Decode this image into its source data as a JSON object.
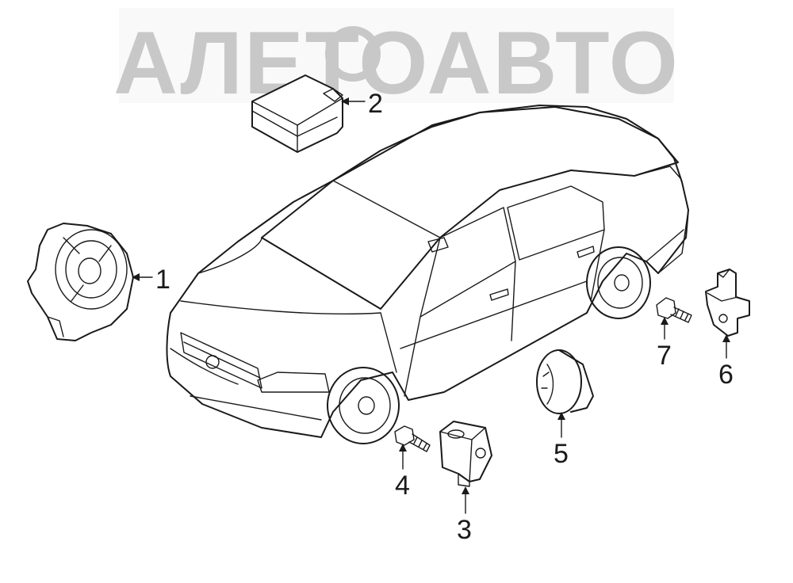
{
  "watermark": {
    "text": "АЛЕТОАВТО"
  },
  "callouts": [
    {
      "id": "1",
      "label": "1"
    },
    {
      "id": "2",
      "label": "2"
    },
    {
      "id": "3",
      "label": "3"
    },
    {
      "id": "4",
      "label": "4"
    },
    {
      "id": "5",
      "label": "5"
    },
    {
      "id": "6",
      "label": "6"
    },
    {
      "id": "7",
      "label": "7"
    }
  ],
  "colors": {
    "line": "#1a1a1a",
    "watermark": "#c8c8c8",
    "background": "#ffffff"
  }
}
